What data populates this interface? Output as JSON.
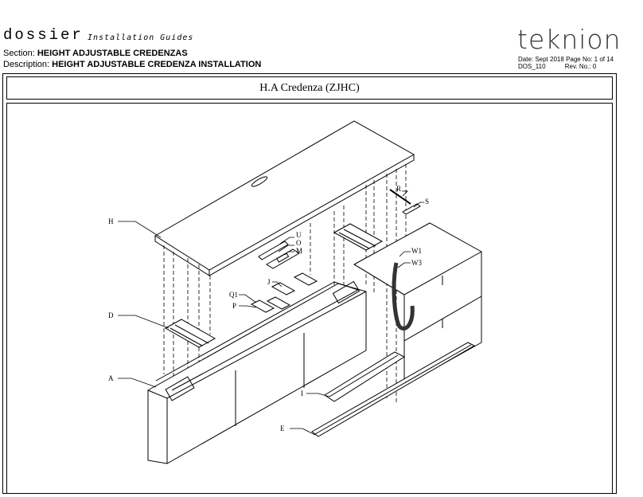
{
  "header": {
    "logo": "dossier",
    "logo_sub": "Installation Guides",
    "section_label": "Section:",
    "section_value": "HEIGHT ADJUSTABLE CREDENZAS",
    "description_label": "Description:",
    "description_value": "HEIGHT ADJUSTABLE CREDENZA INSTALLATION",
    "brand": "teknion",
    "date": "Date: Sept 2018",
    "page": "Page No: 1 of 14",
    "doc_code": "DOS_110",
    "rev": "Rev. No.: 0"
  },
  "drawing": {
    "title": "H.A Credenza (ZJHC)",
    "callouts": {
      "H": "H",
      "D": "D",
      "A": "A",
      "E": "E",
      "I": "I",
      "R": "R",
      "S": "S",
      "U": "U",
      "O": "O",
      "M": "M",
      "J": "J",
      "Q1": "Q1",
      "P": "P",
      "W1": "W1",
      "W3": "W3"
    }
  }
}
